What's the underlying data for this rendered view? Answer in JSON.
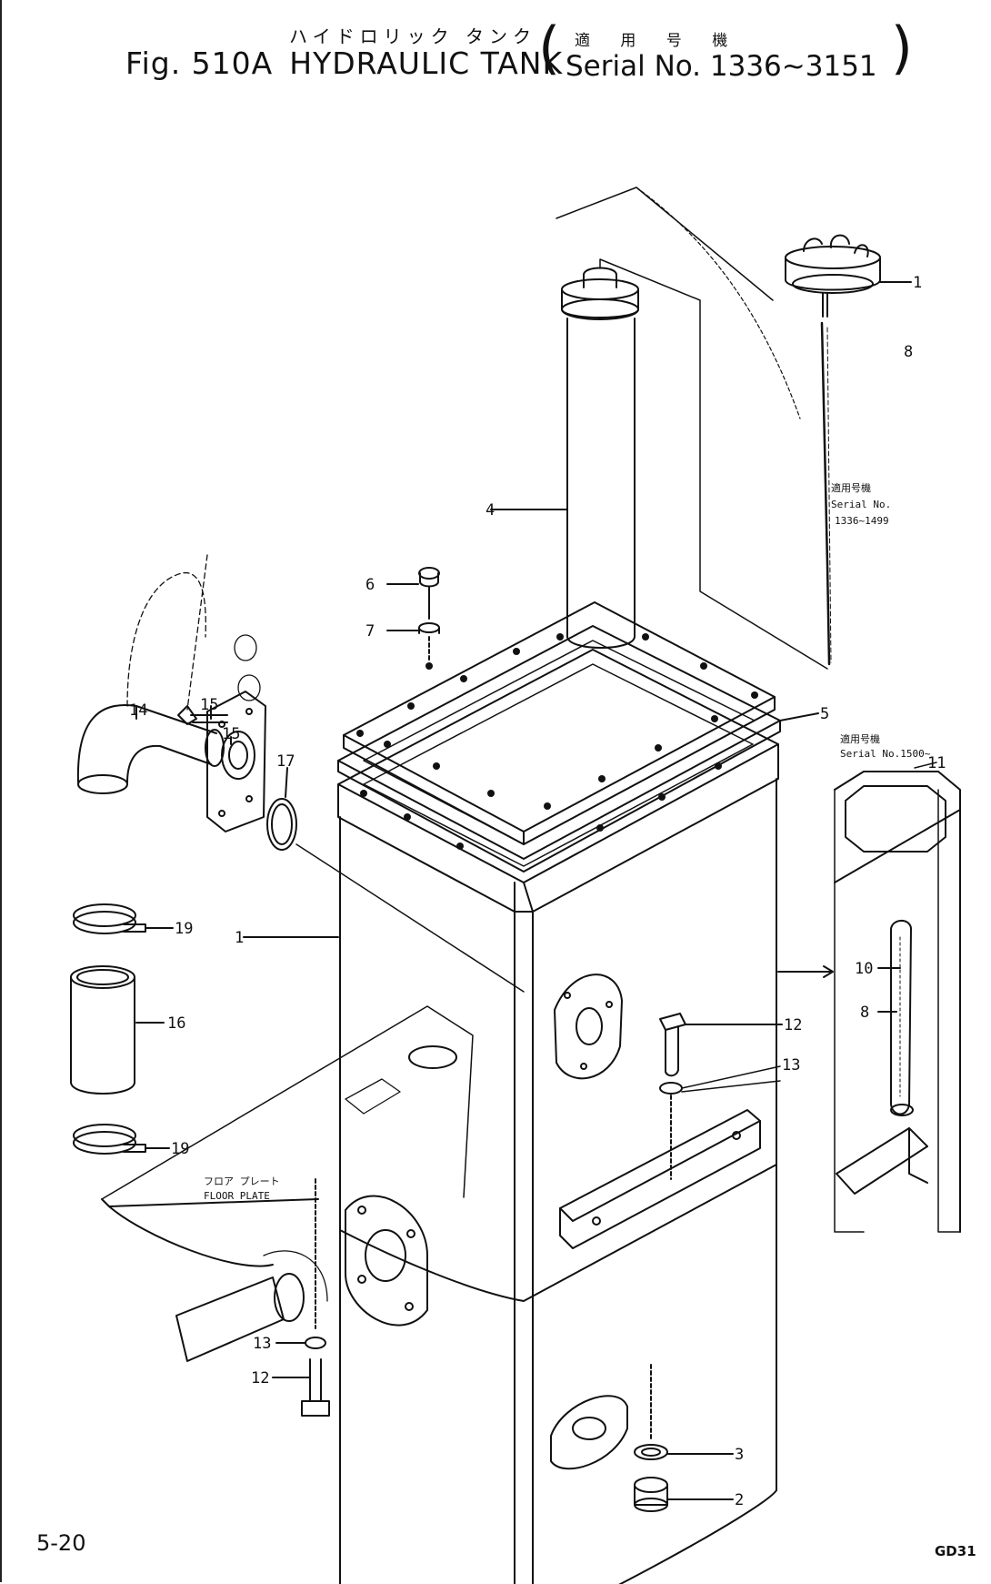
{
  "title": {
    "japanese": "ハイドロリック タンク",
    "fig_label": "Fig. 510A",
    "name": "HYDRAULIC TANK",
    "serial_japanese": "適 用 号 機",
    "serial_range": "Serial No. 1336~3151"
  },
  "footer": {
    "page_number": "5-20",
    "code": "GD31"
  },
  "notes": {
    "dipstick_jp": "適用号機",
    "dipstick_serial_label": "Serial No.",
    "dipstick_serial_range": "1336~1499",
    "inset_jp": "適用号機",
    "inset_serial": "Serial No.1500~",
    "floor_plate_jp": "フロア プレート",
    "floor_plate_en": "FLOOR PLATE"
  },
  "callouts": {
    "c1_top": "1",
    "c6": "6",
    "c4": "4",
    "c8_left": "8",
    "c7": "7",
    "c5": "5",
    "c14": "14",
    "c15a": "15",
    "c15b": "15",
    "c17": "17",
    "c19_top": "19",
    "c1_main": "1",
    "c16": "16",
    "c19_bottom": "19",
    "c12_right": "12",
    "c13_right": "13",
    "c13_left": "13",
    "c12_left": "12",
    "c3": "3",
    "c2": "2",
    "c10": "10",
    "c8_inset": "8",
    "c11": "11"
  },
  "colors": {
    "line": "#111111",
    "background": "#ffffff"
  }
}
